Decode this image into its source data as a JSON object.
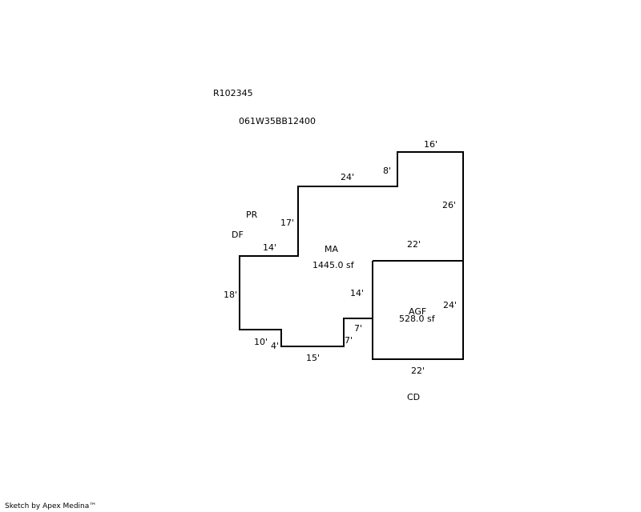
{
  "header": {
    "parcel_id": "R102345",
    "map_number": "061W35BB12400"
  },
  "labels": {
    "pr": "PR",
    "df": "DF",
    "cd": "CD"
  },
  "areas": {
    "main": {
      "code": "MA",
      "area": "1445.0 sf"
    },
    "garage": {
      "code": "AGF",
      "area": "528.0 sf"
    }
  },
  "dimensions": {
    "ma_top_right_width": "16'",
    "ma_step_small": "8'",
    "ma_top_middle": "24'",
    "ma_right_upper": "26'",
    "ma_left_upper": "17'",
    "ma_left_top": "14'",
    "ma_inner_22": "22'",
    "ma_inner_14": "14'",
    "ma_left_side": "18'",
    "ma_bottom_left": "10'",
    "ma_bottom_step": "4'",
    "ma_bottom_middle": "15'",
    "ma_notch_vertical": "7'",
    "ma_notch_horizontal": "7'",
    "agf_right": "24'",
    "agf_bottom": "22'"
  },
  "footer": {
    "credit": "Sketch by Apex Medina™"
  }
}
